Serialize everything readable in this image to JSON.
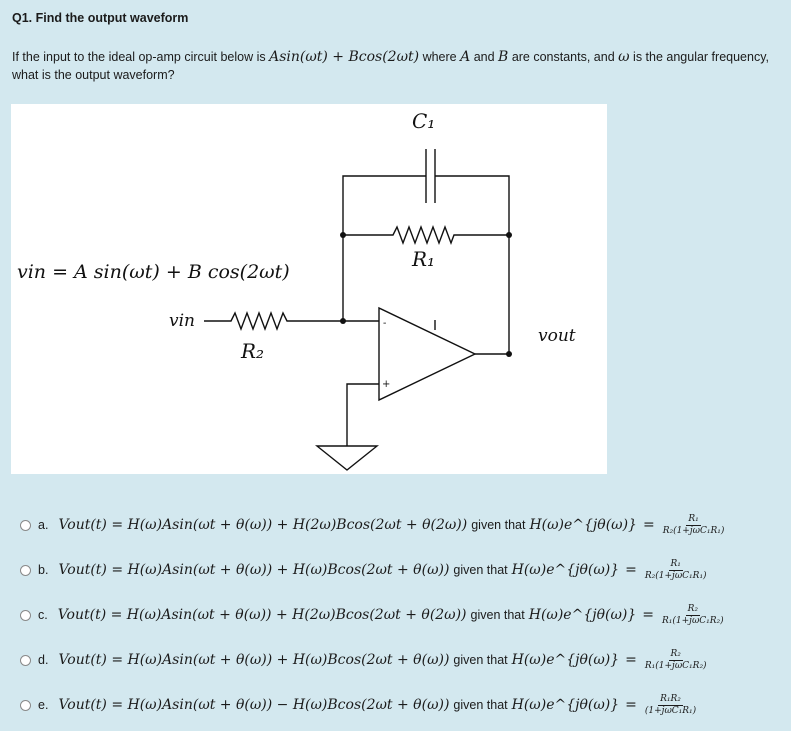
{
  "question": {
    "title": "Q1. Find the output waveform",
    "prompt_parts": [
      "If the input to the ideal op-amp circuit below is ",
      "Asin(ωt) + Bcos(2ωt)",
      " where ",
      "A",
      " and ",
      "B",
      " are constants, and ",
      "ω",
      " is the angular frequency,",
      "what is the output waveform?"
    ]
  },
  "diagram": {
    "labels": {
      "c1": "C₁",
      "r1": "R₁",
      "r2": "R₂",
      "vin_eq": "vin = A sin(ωt) + B cos(2ωt)",
      "vin": "vin",
      "vout": "vout",
      "minus": "-",
      "plus": "+"
    }
  },
  "options": [
    {
      "letter": "a.",
      "expr": "Vout(t) = H(ω)Asin(ωt + θ(ω)) + H(2ω)Bcos(2ωt + θ(2ω))",
      "mid": "given that",
      "lhs": "H(ω)e^{jθ(ω)}",
      "eq": "=",
      "num": "R₁",
      "den": "R₂(1+jωC₁R₁)"
    },
    {
      "letter": "b.",
      "expr": "Vout(t) = H(ω)Asin(ωt + θ(ω)) + H(ω)Bcos(2ωt + θ(ω))",
      "mid": "given that",
      "lhs": "H(ω)e^{jθ(ω)}",
      "eq": "=",
      "num": "R₁",
      "den": "R₂(1+jωC₁R₁)"
    },
    {
      "letter": "c.",
      "expr": "Vout(t) = H(ω)Asin(ωt + θ(ω)) + H(2ω)Bcos(2ωt + θ(2ω))",
      "mid": "given that",
      "lhs": "H(ω)e^{jθ(ω)}",
      "eq": "=",
      "num": "R₂",
      "den": "R₁(1+jωC₁R₂)"
    },
    {
      "letter": "d.",
      "expr": "Vout(t) = H(ω)Asin(ωt + θ(ω)) + H(ω)Bcos(2ωt + θ(ω))",
      "mid": "given that",
      "lhs": "H(ω)e^{jθ(ω)}",
      "eq": "=",
      "num": "R₂",
      "den": "R₁(1+jωC₁R₂)"
    },
    {
      "letter": "e.",
      "expr": "Vout(t) = H(ω)Asin(ωt + θ(ω)) − H(ω)Bcos(2ωt + θ(ω))",
      "mid": "given that",
      "lhs": "H(ω)e^{jθ(ω)}",
      "eq": "=",
      "num": "R₁R₂",
      "den": "(1+jωC₁R₁)"
    }
  ]
}
